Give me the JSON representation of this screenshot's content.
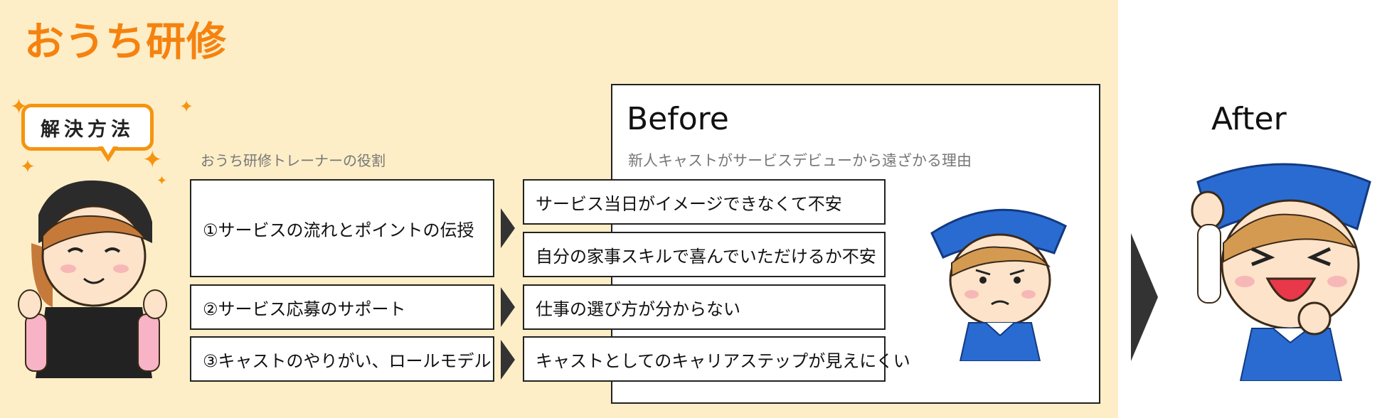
{
  "title": "おうち研修",
  "badge": {
    "label": "解決方法"
  },
  "trainer": {
    "role_label": "おうち研修トレーナーの役割",
    "items": [
      "①サービスの流れとポイントの伝授",
      "②サービス応募のサポート",
      "③キャストのやりがい、ロールモデル"
    ]
  },
  "before": {
    "heading": "Before",
    "subtitle": "新人キャストがサービスデビューから遠ざかる理由",
    "reasons": [
      "サービス当日がイメージできなくて不安",
      "自分の家事スキルで喜んでいただけるか不安",
      "仕事の選び方が分からない",
      "キャストとしてのキャリアステップが見えにくい"
    ]
  },
  "after": {
    "heading": "After"
  },
  "colors": {
    "accent": "#f5820f",
    "background": "#fdeec7",
    "border": "#222222"
  },
  "icons": [
    "sparkle-icon",
    "arrow-right-icon"
  ]
}
